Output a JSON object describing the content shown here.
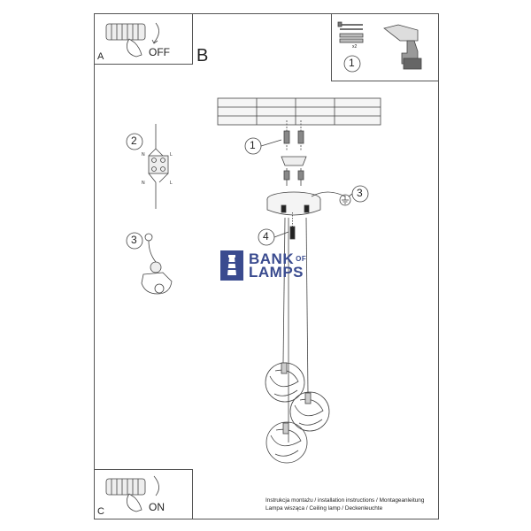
{
  "panel_a": {
    "letter": "A",
    "state": "OFF"
  },
  "panel_b": {
    "letter": "B"
  },
  "panel_c": {
    "letter": "C",
    "state": "ON"
  },
  "steps": {
    "one": "1",
    "two": "2",
    "three": "3",
    "four": "4"
  },
  "top_right": {
    "step": "1",
    "quantity": "x2"
  },
  "wiring": {
    "n": "N",
    "l": "L"
  },
  "logo": {
    "line1": "BANK",
    "line1_small": "OF",
    "line2": "LAMPS"
  },
  "caption": {
    "line1": "Instrukcja montażu / installation instructions / Montageanleitung",
    "line2": "Lampa wisząca / Ceiling lamp / Deckenleuchte"
  },
  "icons": [
    "fuse-switch-icon",
    "hand-icon",
    "drill-icon",
    "screw-icon",
    "wall-plug-icon",
    "ground-icon",
    "wire-connector-icon"
  ]
}
